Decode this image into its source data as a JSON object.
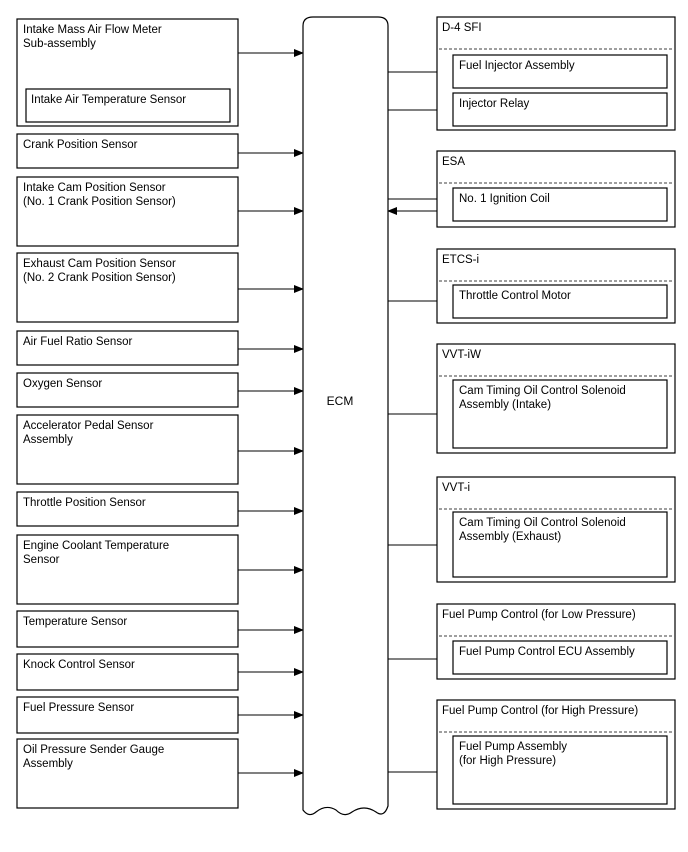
{
  "ecm_label": "ECM",
  "inputs": [
    {
      "lines": [
        "Intake Mass Air Flow Meter",
        "Sub-assembly"
      ],
      "inner": "Intake Air Temperature Sensor"
    },
    {
      "lines": [
        "Crank Position Sensor"
      ]
    },
    {
      "lines": [
        "Intake Cam Position Sensor",
        "(No. 1 Crank Position Sensor)"
      ]
    },
    {
      "lines": [
        "Exhaust Cam Position Sensor",
        "(No. 2 Crank Position Sensor)"
      ]
    },
    {
      "lines": [
        "Air Fuel Ratio Sensor"
      ]
    },
    {
      "lines": [
        "Oxygen Sensor"
      ]
    },
    {
      "lines": [
        "Accelerator Pedal Sensor",
        "Assembly"
      ]
    },
    {
      "lines": [
        "Throttle Position Sensor"
      ]
    },
    {
      "lines": [
        "Engine Coolant Temperature",
        "Sensor"
      ]
    },
    {
      "lines": [
        "Temperature Sensor"
      ]
    },
    {
      "lines": [
        "Knock Control Sensor"
      ]
    },
    {
      "lines": [
        "Fuel Pressure Sensor"
      ]
    },
    {
      "lines": [
        "Oil Pressure Sender Gauge",
        "Assembly"
      ]
    }
  ],
  "outputs": [
    {
      "title": "D-4 SFI",
      "items": [
        [
          "Fuel Injector Assembly"
        ],
        [
          "Injector Relay"
        ]
      ]
    },
    {
      "title": "ESA",
      "items": [
        [
          "No. 1 Ignition Coil"
        ]
      ],
      "bidirectional": true
    },
    {
      "title": "ETCS-i",
      "items": [
        [
          "Throttle Control Motor"
        ]
      ]
    },
    {
      "title": "VVT-iW",
      "items": [
        [
          "Cam Timing Oil Control Solenoid",
          "Assembly (Intake)"
        ]
      ]
    },
    {
      "title": "VVT-i",
      "items": [
        [
          "Cam Timing Oil Control Solenoid",
          "Assembly (Exhaust)"
        ]
      ]
    },
    {
      "title": "Fuel Pump Control (for Low Pressure)",
      "items": [
        [
          "Fuel Pump Control ECU Assembly"
        ]
      ]
    },
    {
      "title": "Fuel Pump Control (for High Pressure)",
      "items": [
        [
          "Fuel Pump Assembly",
          "(for High Pressure)"
        ]
      ]
    }
  ]
}
